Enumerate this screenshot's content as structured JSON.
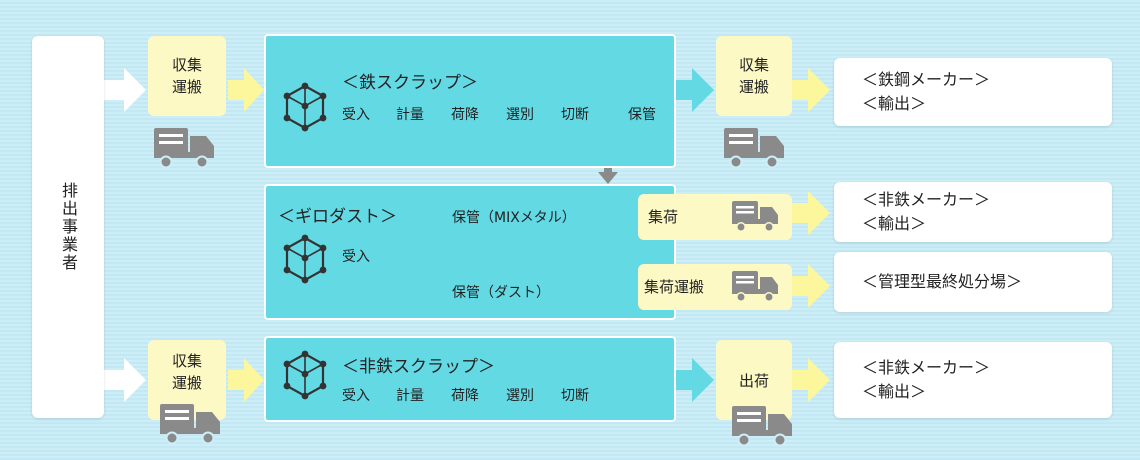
{
  "source": {
    "label": "排出事業者"
  },
  "collect_label": "収集\n運搬",
  "rows": {
    "steel": {
      "title": "＜鉄スクラップ＞",
      "steps": [
        "受入",
        "計量",
        "荷降",
        "選別",
        "切断",
        "保管"
      ],
      "transport": "収集\n運搬",
      "dest": [
        "＜鉄鋼メーカー＞",
        "＜輸出＞"
      ]
    },
    "giro": {
      "title": "＜ギロダスト＞",
      "intake": "受入",
      "branch_mix": "保管（MIXメタル）",
      "branch_dust": "保管（ダスト）",
      "mix_ship": "集荷",
      "dust_ship": "集荷運搬",
      "mix_dest": [
        "＜非鉄メーカー＞",
        "＜輸出＞"
      ],
      "dust_dest": [
        "＜管理型最終処分場＞"
      ]
    },
    "nonferrous": {
      "title": "＜非鉄スクラップ＞",
      "steps": [
        "受入",
        "計量",
        "荷降",
        "選別",
        "切断"
      ],
      "ship": "出荷",
      "dest": [
        "＜非鉄メーカー＞",
        "＜輸出＞"
      ]
    }
  },
  "icons": {
    "truck": "truck-icon",
    "cube": "cube-network-icon"
  },
  "colors": {
    "background": "#cdeef7",
    "cyan_box": "#63d9e4",
    "yellow_box": "#fdf9c4",
    "yellow_arrow": "#fcf79c",
    "gray": "#8a8a8a"
  }
}
